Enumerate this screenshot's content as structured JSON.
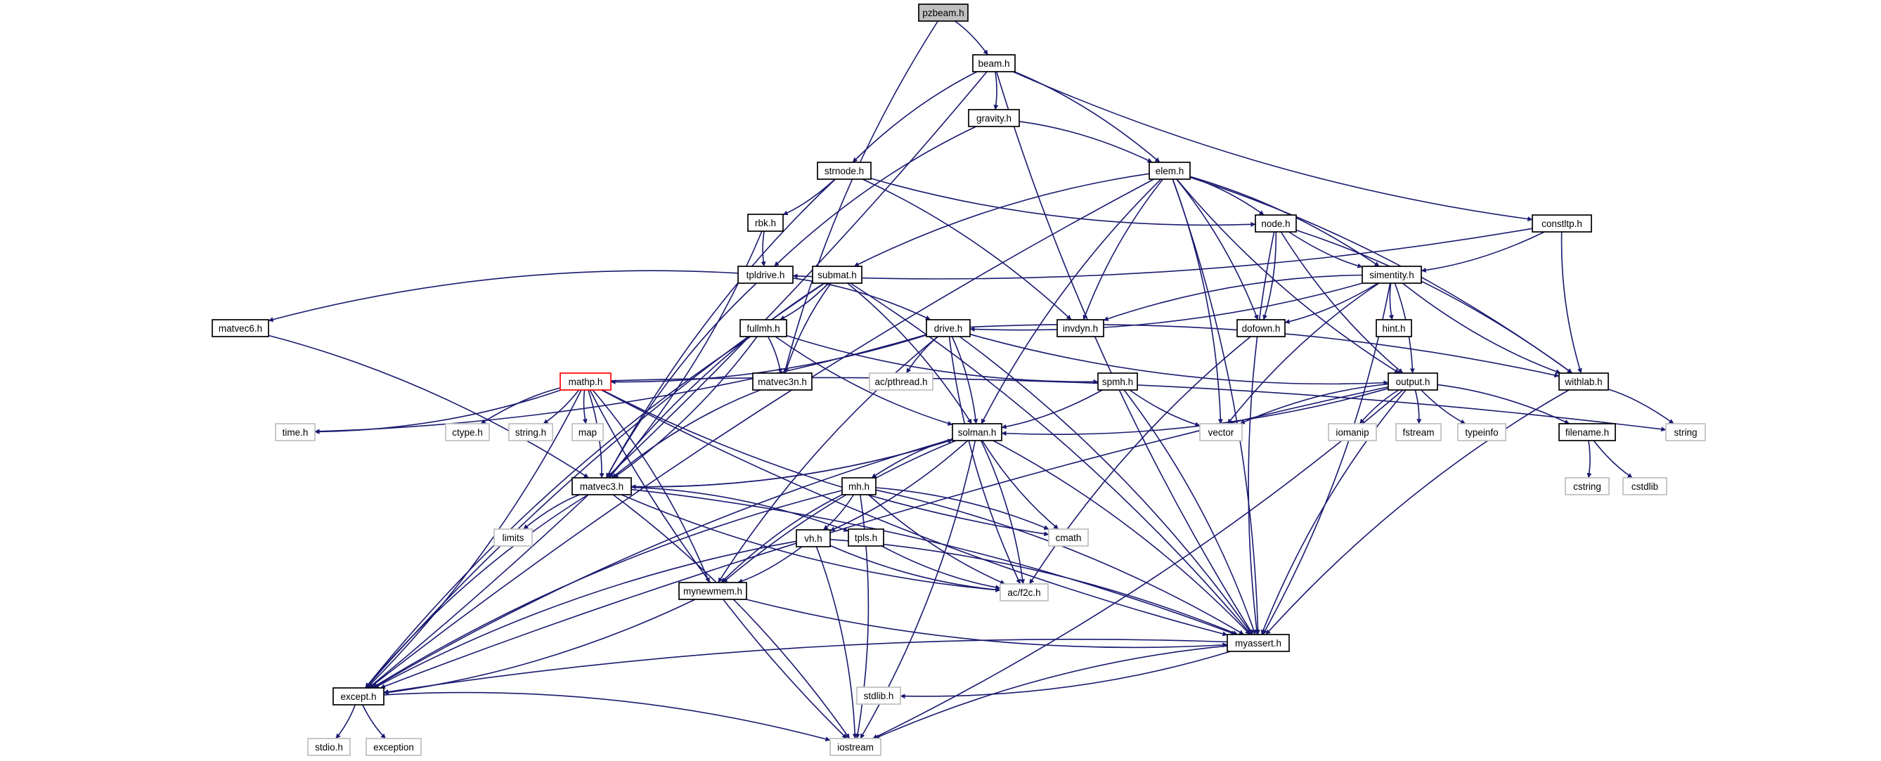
{
  "diagram": {
    "colors": {
      "edge": "#191970",
      "node_border": "#000000",
      "system_border": "#bfbfbf",
      "root_fill": "#bfbfbf",
      "highlight_border": "#ff0000"
    },
    "nodes": [
      {
        "id": "pzbeam",
        "label": "pzbeam.h",
        "kind": "root"
      },
      {
        "id": "beam",
        "label": "beam.h",
        "kind": "local"
      },
      {
        "id": "gravity",
        "label": "gravity.h",
        "kind": "local"
      },
      {
        "id": "strnode",
        "label": "strnode.h",
        "kind": "local"
      },
      {
        "id": "elem",
        "label": "elem.h",
        "kind": "local"
      },
      {
        "id": "rbk",
        "label": "rbk.h",
        "kind": "local"
      },
      {
        "id": "node",
        "label": "node.h",
        "kind": "local"
      },
      {
        "id": "constltp",
        "label": "constltp.h",
        "kind": "local"
      },
      {
        "id": "tpldrive",
        "label": "tpldrive.h",
        "kind": "local"
      },
      {
        "id": "submat",
        "label": "submat.h",
        "kind": "local"
      },
      {
        "id": "simentity",
        "label": "simentity.h",
        "kind": "local"
      },
      {
        "id": "matvec6",
        "label": "matvec6.h",
        "kind": "local"
      },
      {
        "id": "fullmh",
        "label": "fullmh.h",
        "kind": "local"
      },
      {
        "id": "drive",
        "label": "drive.h",
        "kind": "local"
      },
      {
        "id": "invdyn",
        "label": "invdyn.h",
        "kind": "local"
      },
      {
        "id": "dofown",
        "label": "dofown.h",
        "kind": "local"
      },
      {
        "id": "hint",
        "label": "hint.h",
        "kind": "local"
      },
      {
        "id": "mathp",
        "label": "mathp.h",
        "kind": "highlight"
      },
      {
        "id": "matvec3n",
        "label": "matvec3n.h",
        "kind": "local"
      },
      {
        "id": "acpthread",
        "label": "ac/pthread.h",
        "kind": "system"
      },
      {
        "id": "spmh",
        "label": "spmh.h",
        "kind": "local"
      },
      {
        "id": "output",
        "label": "output.h",
        "kind": "local"
      },
      {
        "id": "withlab",
        "label": "withlab.h",
        "kind": "local"
      },
      {
        "id": "timeh",
        "label": "time.h",
        "kind": "system"
      },
      {
        "id": "ctype",
        "label": "ctype.h",
        "kind": "system"
      },
      {
        "id": "stringh",
        "label": "string.h",
        "kind": "system"
      },
      {
        "id": "map",
        "label": "map",
        "kind": "system"
      },
      {
        "id": "solman",
        "label": "solman.h",
        "kind": "local"
      },
      {
        "id": "vector",
        "label": "vector",
        "kind": "system"
      },
      {
        "id": "iomanip",
        "label": "iomanip",
        "kind": "system"
      },
      {
        "id": "fstream",
        "label": "fstream",
        "kind": "system"
      },
      {
        "id": "typeinfo",
        "label": "typeinfo",
        "kind": "system"
      },
      {
        "id": "filename",
        "label": "filename.h",
        "kind": "local"
      },
      {
        "id": "string",
        "label": "string",
        "kind": "system"
      },
      {
        "id": "matvec3",
        "label": "matvec3.h",
        "kind": "local"
      },
      {
        "id": "mh",
        "label": "mh.h",
        "kind": "local"
      },
      {
        "id": "cstring",
        "label": "cstring",
        "kind": "system"
      },
      {
        "id": "cstdlib",
        "label": "cstdlib",
        "kind": "system"
      },
      {
        "id": "limits",
        "label": "limits",
        "kind": "system"
      },
      {
        "id": "tpls",
        "label": "tpls.h",
        "kind": "local"
      },
      {
        "id": "cmath",
        "label": "cmath",
        "kind": "system"
      },
      {
        "id": "vh",
        "label": "vh.h",
        "kind": "local"
      },
      {
        "id": "acf2c",
        "label": "ac/f2c.h",
        "kind": "system"
      },
      {
        "id": "mynewmem",
        "label": "mynewmem.h",
        "kind": "local"
      },
      {
        "id": "myassert",
        "label": "myassert.h",
        "kind": "local"
      },
      {
        "id": "except",
        "label": "except.h",
        "kind": "local"
      },
      {
        "id": "stdlibh",
        "label": "stdlib.h",
        "kind": "system"
      },
      {
        "id": "stdio",
        "label": "stdio.h",
        "kind": "system"
      },
      {
        "id": "exception",
        "label": "exception",
        "kind": "system"
      },
      {
        "id": "iostream",
        "label": "iostream",
        "kind": "system"
      }
    ],
    "edges": [
      [
        "pzbeam",
        "beam"
      ],
      [
        "pzbeam",
        "matvec3n"
      ],
      [
        "beam",
        "gravity"
      ],
      [
        "beam",
        "strnode"
      ],
      [
        "beam",
        "elem"
      ],
      [
        "beam",
        "constltp"
      ],
      [
        "beam",
        "except"
      ],
      [
        "beam",
        "myassert"
      ],
      [
        "gravity",
        "elem"
      ],
      [
        "gravity",
        "tpldrive"
      ],
      [
        "strnode",
        "rbk"
      ],
      [
        "strnode",
        "node"
      ],
      [
        "strnode",
        "invdyn"
      ],
      [
        "strnode",
        "matvec3"
      ],
      [
        "elem",
        "node"
      ],
      [
        "elem",
        "submat"
      ],
      [
        "elem",
        "simentity"
      ],
      [
        "elem",
        "invdyn"
      ],
      [
        "elem",
        "dofown"
      ],
      [
        "elem",
        "output"
      ],
      [
        "elem",
        "withlab"
      ],
      [
        "elem",
        "solman"
      ],
      [
        "elem",
        "vector"
      ],
      [
        "elem",
        "except"
      ],
      [
        "elem",
        "myassert"
      ],
      [
        "rbk",
        "tpldrive"
      ],
      [
        "rbk",
        "matvec3"
      ],
      [
        "node",
        "simentity"
      ],
      [
        "node",
        "dofown"
      ],
      [
        "node",
        "output"
      ],
      [
        "node",
        "withlab"
      ],
      [
        "node",
        "myassert"
      ],
      [
        "constltp",
        "simentity"
      ],
      [
        "constltp",
        "withlab"
      ],
      [
        "constltp",
        "tpldrive"
      ],
      [
        "tpldrive",
        "matvec6"
      ],
      [
        "tpldrive",
        "drive"
      ],
      [
        "tpldrive",
        "matvec3"
      ],
      [
        "submat",
        "fullmh"
      ],
      [
        "submat",
        "matvec3n"
      ],
      [
        "submat",
        "solman"
      ],
      [
        "submat",
        "matvec3"
      ],
      [
        "submat",
        "myassert"
      ],
      [
        "submat",
        "except"
      ],
      [
        "simentity",
        "drive"
      ],
      [
        "simentity",
        "invdyn"
      ],
      [
        "simentity",
        "dofown"
      ],
      [
        "simentity",
        "hint"
      ],
      [
        "simentity",
        "output"
      ],
      [
        "simentity",
        "withlab"
      ],
      [
        "simentity",
        "myassert"
      ],
      [
        "simentity",
        "vector"
      ],
      [
        "matvec6",
        "matvec3"
      ],
      [
        "fullmh",
        "spmh"
      ],
      [
        "fullmh",
        "matvec3n"
      ],
      [
        "fullmh",
        "solman"
      ],
      [
        "fullmh",
        "matvec3"
      ],
      [
        "fullmh",
        "except"
      ],
      [
        "drive",
        "mathp"
      ],
      [
        "drive",
        "acpthread"
      ],
      [
        "drive",
        "solman"
      ],
      [
        "drive",
        "output"
      ],
      [
        "drive",
        "withlab"
      ],
      [
        "drive",
        "acf2c"
      ],
      [
        "drive",
        "myassert"
      ],
      [
        "drive",
        "mynewmem"
      ],
      [
        "drive",
        "timeh"
      ],
      [
        "dofown",
        "acf2c"
      ],
      [
        "mathp",
        "timeh"
      ],
      [
        "mathp",
        "ctype"
      ],
      [
        "mathp",
        "stringh"
      ],
      [
        "mathp",
        "map"
      ],
      [
        "mathp",
        "matvec3"
      ],
      [
        "mathp",
        "cmath"
      ],
      [
        "mathp",
        "mynewmem"
      ],
      [
        "mathp",
        "myassert"
      ],
      [
        "mathp",
        "except"
      ],
      [
        "mathp",
        "iostream"
      ],
      [
        "mathp",
        "string"
      ],
      [
        "matvec3n",
        "matvec3"
      ],
      [
        "spmh",
        "solman"
      ],
      [
        "spmh",
        "vector"
      ],
      [
        "spmh",
        "myassert"
      ],
      [
        "output",
        "iomanip"
      ],
      [
        "output",
        "fstream"
      ],
      [
        "output",
        "typeinfo"
      ],
      [
        "output",
        "filename"
      ],
      [
        "output",
        "vector"
      ],
      [
        "output",
        "solman"
      ],
      [
        "output",
        "myassert"
      ],
      [
        "output",
        "iostream"
      ],
      [
        "output",
        "except"
      ],
      [
        "withlab",
        "string"
      ],
      [
        "withlab",
        "myassert"
      ],
      [
        "filename",
        "cstring"
      ],
      [
        "filename",
        "cstdlib"
      ],
      [
        "solman",
        "matvec3"
      ],
      [
        "solman",
        "mh"
      ],
      [
        "solman",
        "vh"
      ],
      [
        "solman",
        "cmath"
      ],
      [
        "solman",
        "acf2c"
      ],
      [
        "solman",
        "mynewmem"
      ],
      [
        "solman",
        "myassert"
      ],
      [
        "solman",
        "except"
      ],
      [
        "solman",
        "iostream"
      ],
      [
        "matvec3",
        "limits"
      ],
      [
        "matvec3",
        "tpls"
      ],
      [
        "matvec3",
        "acf2c"
      ],
      [
        "matvec3",
        "myassert"
      ],
      [
        "matvec3",
        "except"
      ],
      [
        "matvec3",
        "iostream"
      ],
      [
        "matvec3",
        "solman"
      ],
      [
        "mh",
        "vh"
      ],
      [
        "mh",
        "mynewmem"
      ],
      [
        "mh",
        "cmath"
      ],
      [
        "mh",
        "acf2c"
      ],
      [
        "mh",
        "myassert"
      ],
      [
        "mh",
        "except"
      ],
      [
        "mh",
        "iostream"
      ],
      [
        "tpls",
        "acf2c"
      ],
      [
        "vh",
        "mynewmem"
      ],
      [
        "vh",
        "acf2c"
      ],
      [
        "vh",
        "myassert"
      ],
      [
        "vh",
        "except"
      ],
      [
        "vh",
        "iostream"
      ],
      [
        "mynewmem",
        "myassert"
      ],
      [
        "mynewmem",
        "except"
      ],
      [
        "myassert",
        "except"
      ],
      [
        "myassert",
        "stdlibh"
      ],
      [
        "myassert",
        "iostream"
      ],
      [
        "except",
        "stdio"
      ],
      [
        "except",
        "exception"
      ],
      [
        "except",
        "iostream"
      ]
    ]
  }
}
